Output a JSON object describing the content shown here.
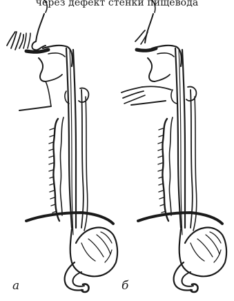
{
  "caption": "через дефект стенки пищевода",
  "panels": [
    {
      "label": "а"
    },
    {
      "label": "б"
    }
  ]
}
